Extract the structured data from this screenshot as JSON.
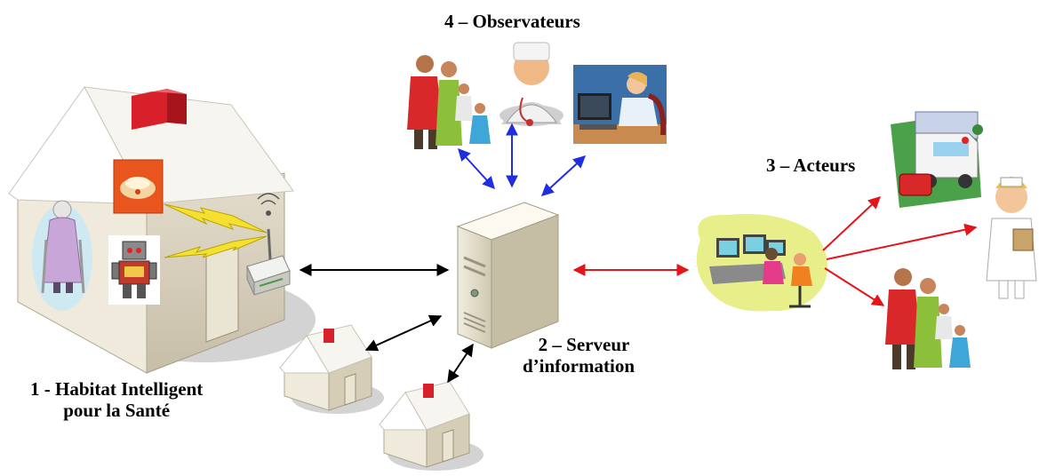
{
  "labels": {
    "home": [
      "1 - Habitat Intelligent",
      "pour la Santé"
    ],
    "server": [
      "2 – Serveur",
      "d’information"
    ],
    "actors": "3 – Acteurs",
    "observers": "4 – Observateurs"
  },
  "colors": {
    "home_link": "#000000",
    "observer_link": "#1f2fe0",
    "actor_link": "#e5141b",
    "house_wall": "#ddd6c4",
    "house_roof": "#f4f4f0",
    "chimney": "#d8202a",
    "server_body": "#e6e1cf",
    "halo": "#d3d3d3",
    "lightning": "#f5e030"
  }
}
